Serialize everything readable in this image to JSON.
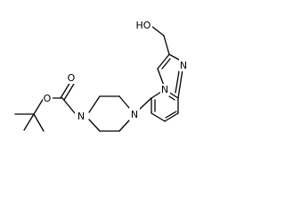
{
  "molecule": {
    "atoms": {
      "hydroxyl": "HO",
      "carbonyl_o": "O",
      "ester_o": "O",
      "piperazine_n_carbamate": "N",
      "piperazine_n_aryl": "N",
      "imidazole_n": "N",
      "bridgehead_n": "N"
    }
  }
}
